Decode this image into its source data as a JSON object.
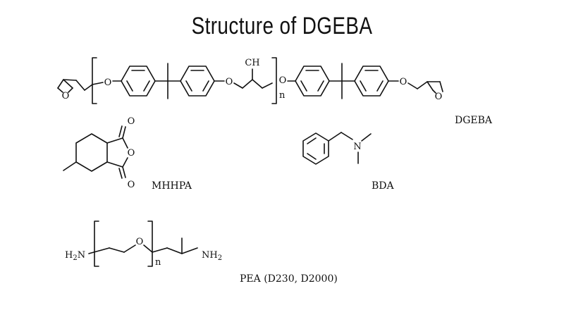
{
  "title": "Structure of DGEBA",
  "atoms": {
    "o": "O",
    "n": "n",
    "ch": "CH",
    "n_atom": "N",
    "h2n": "H",
    "h2n_sub": "2",
    "h2n_n": "N",
    "nh2_n": "NH",
    "nh2_sub": "2"
  },
  "labels": {
    "dgeba": "DGEBA",
    "mhhpa": "MHHPA",
    "bda": "BDA",
    "pea": "PEA (D230, D2000)"
  }
}
